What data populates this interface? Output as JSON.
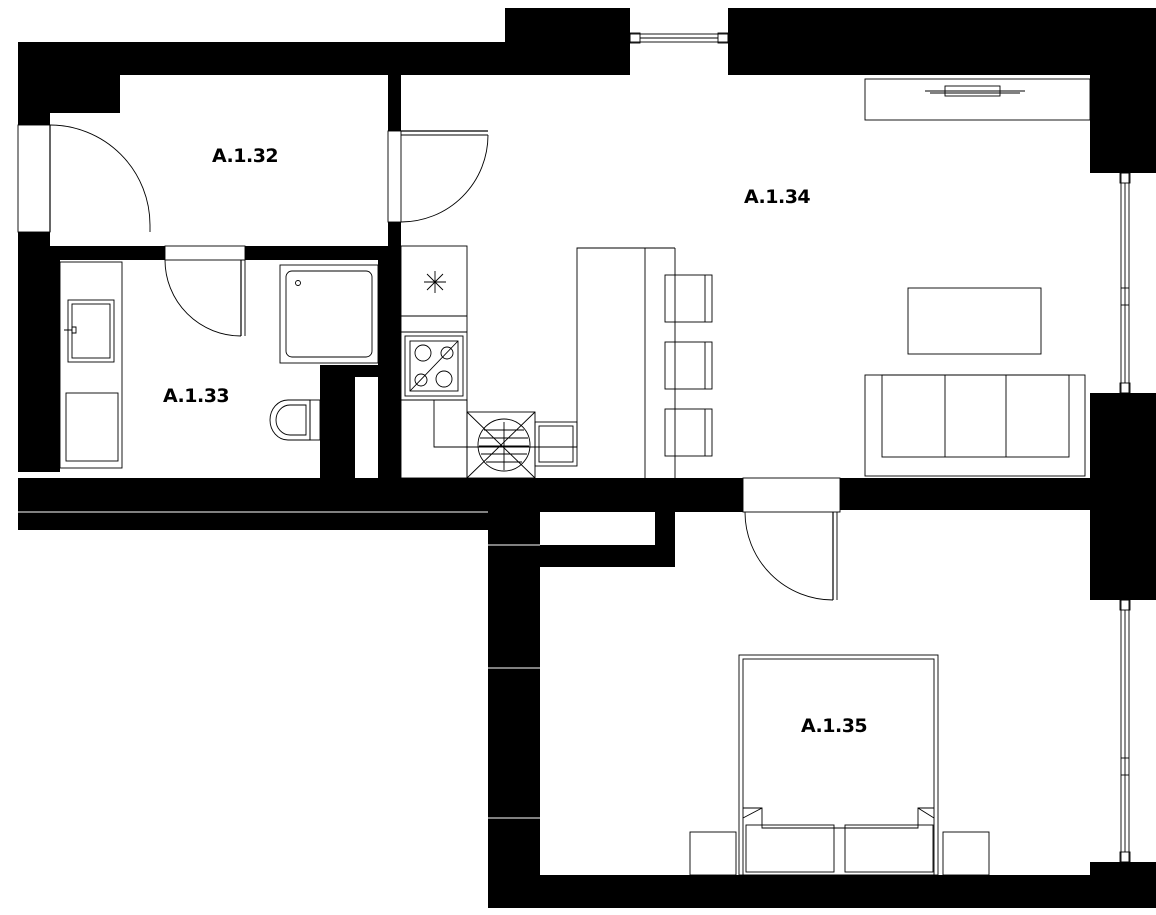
{
  "floorplan": {
    "rooms": [
      {
        "id": "A.1.32",
        "label": "A.1.32"
      },
      {
        "id": "A.1.33",
        "label": "A.1.33"
      },
      {
        "id": "A.1.34",
        "label": "A.1.34"
      },
      {
        "id": "A.1.35",
        "label": "A.1.35"
      }
    ],
    "colors": {
      "wall": "#000000",
      "background": "#ffffff",
      "line": "#000000"
    }
  }
}
